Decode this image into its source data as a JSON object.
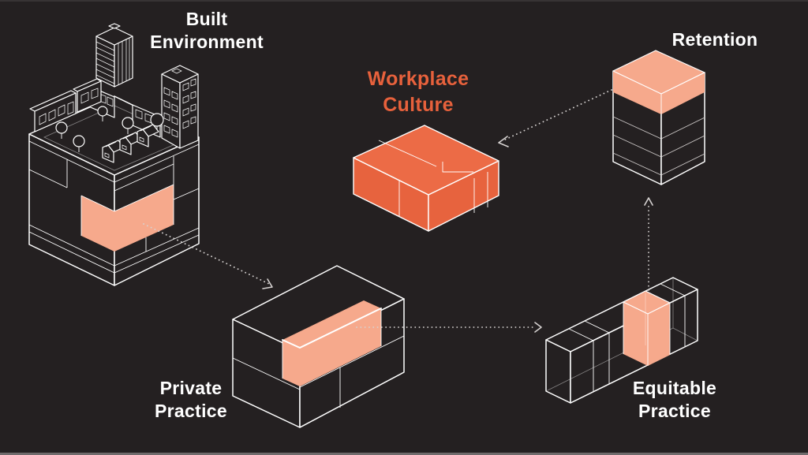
{
  "colors": {
    "bg": "#242021",
    "line": "#FFFFFF",
    "accent": "#E7613C",
    "box_orange": "#EC6B46",
    "box_orange_side": "#E7633E",
    "peach": "#F6A98C",
    "arrow": "#D6D2D1"
  },
  "nodes": {
    "built_environment": {
      "line1": "Built",
      "line2": "Environment"
    },
    "workplace_culture": {
      "line1": "Workplace",
      "line2": "Culture"
    },
    "retention": {
      "line1": "Retention"
    },
    "private_practice": {
      "line1": "Private",
      "line2": "Practice"
    },
    "equitable_practice": {
      "line1": "Equitable",
      "line2": "Practice"
    }
  },
  "flow": [
    {
      "from": "Built Environment",
      "to": "Private Practice"
    },
    {
      "from": "Private Practice",
      "to": "Equitable Practice"
    },
    {
      "from": "Equitable Practice",
      "to": "Retention"
    },
    {
      "from": "Retention",
      "to": "Workplace Culture"
    }
  ]
}
